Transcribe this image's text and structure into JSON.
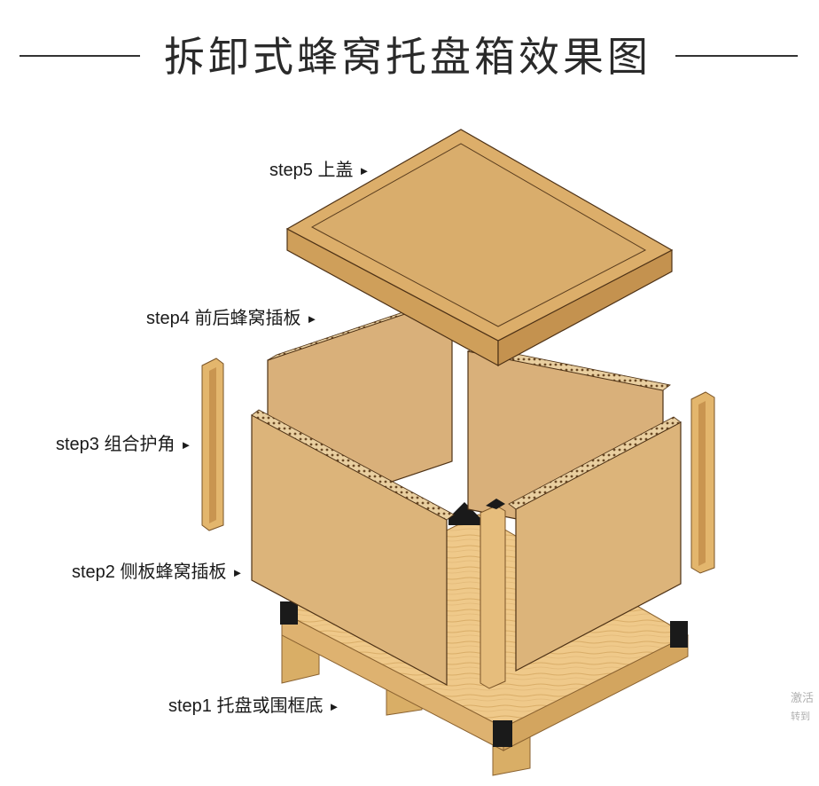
{
  "title": "拆卸式蜂窝托盘箱效果图",
  "steps": [
    {
      "text": "step5 上盖"
    },
    {
      "text": "step4 前后蜂窝插板"
    },
    {
      "text": "step3 组合护角"
    },
    {
      "text": "step2 侧板蜂窝插板"
    },
    {
      "text": "step1  托盘或围框底"
    }
  ],
  "watermark": {
    "line1": "激活",
    "line2": "转到"
  },
  "colors": {
    "panel": "#dcb47a",
    "panel_dark": "#c99c5e",
    "edge": "#5a3d1e",
    "wood": "#efc98a",
    "wood_dark": "#d7a95f",
    "corner": "#1a1a1a"
  }
}
